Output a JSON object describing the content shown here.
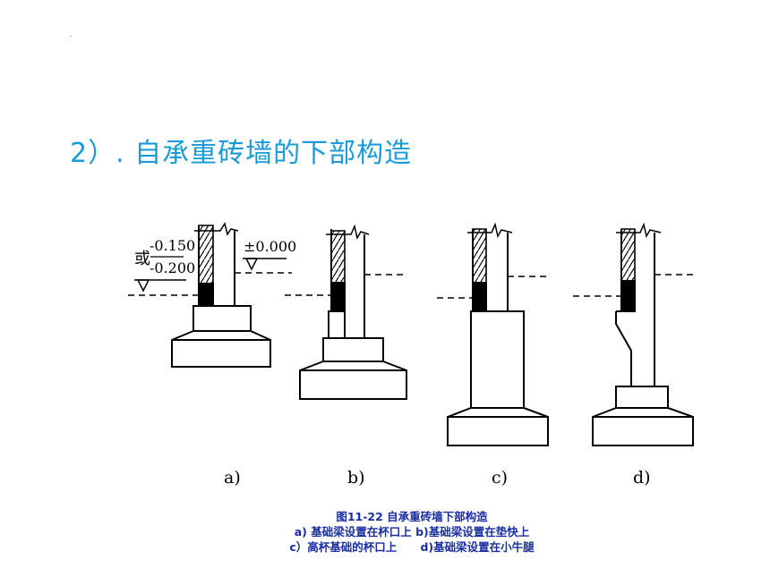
{
  "slide": {
    "corner_mark": ".",
    "title": "2）. 自承重砖墙的下部构造"
  },
  "diagram": {
    "level_a_prefix": "或",
    "level_a_top": "-0.150",
    "level_a_bottom": "-0.200",
    "level_zero": "±0.000",
    "panel_labels": [
      "a)",
      "b)",
      "c)",
      "d)"
    ]
  },
  "caption": {
    "figure": "图11-22 自承重砖墙下部构造",
    "line2": "a) 基础梁设置在杯口上  b)基础梁设置在垫快上",
    "line3_left": "c）高杯基础的杯口上",
    "line3_right": "d)基础梁设置在小牛腿"
  },
  "colors": {
    "title": "#1a9bd7",
    "caption": "#1a2fa0",
    "lines": "#000000"
  }
}
